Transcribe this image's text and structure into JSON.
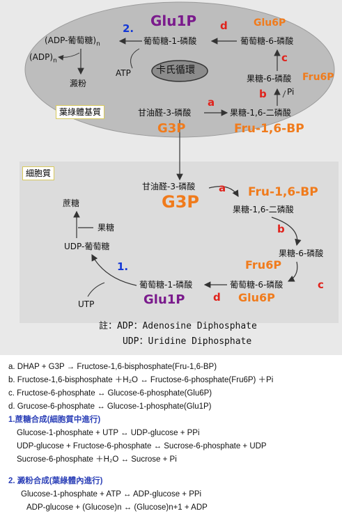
{
  "chloroplast": {
    "glu1p_number": "2.",
    "glu1p_abbr": "Glu1P",
    "glu6p_abbr": "Glu6P",
    "fru6p_abbr": "Fru6P",
    "g3p_abbr": "G3P",
    "fru16bp_abbr": "Fru-1,6-BP",
    "adp_glucose_n": "(ADP-葡萄糖)",
    "adp_glucose_sub": "n",
    "adp": "(ADP)",
    "adp_sub": "n",
    "starch": "澱粉",
    "atp": "ATP",
    "glucose_1_phosphate": "葡萄糖-1-磷酸",
    "glucose_6_phosphate": "葡萄糖-6-磷酸",
    "fructose_6_phosphate": "果糖-6-磷酸",
    "pi": "Pi",
    "calvin_cycle": "卡氏循環",
    "glyceraldehyde_3_phosphate": "甘油醛-3-磷酸",
    "fructose_16_bisphosphate": "果糖-1,6-二磷酸",
    "stroma_label": "葉綠體基質",
    "step_a": "a",
    "step_b": "b",
    "step_c": "c",
    "step_d": "d"
  },
  "cytoplasm": {
    "label": "細胞質",
    "glyceraldehyde_3_phosphate": "甘油醛-3-磷酸",
    "g3p_abbr": "G3P",
    "fru16bp_abbr": "Fru-1,6-BP",
    "fructose_16_bisphosphate": "果糖-1,6-二磷酸",
    "fructose_6_phosphate": "果糖-6-磷酸",
    "fru6p_abbr": "Fru6P",
    "glucose_6_phosphate": "葡萄糖-6-磷酸",
    "glu6p_abbr": "Glu6P",
    "glucose_1_phosphate": "葡萄糖-1-磷酸",
    "glu1p_abbr": "Glu1P",
    "glu1p_number": "1.",
    "utp": "UTP",
    "udp_glucose": "UDP-葡萄糖",
    "fructose": "果糖",
    "sucrose": "蔗糖",
    "step_a": "a",
    "step_b": "b",
    "step_c": "c",
    "step_d": "d"
  },
  "footnote": {
    "line1": "註：ADP：Adenosine Diphosphate",
    "line2": "UDP：Uridine Diphosphate"
  },
  "notes": {
    "a": "a. DHAP + G3P → Fructose-1,6-bisphosphate(Fru-1,6-BP)",
    "b": "b. Fructose-1,6-bisphosphate ＋H₂O ↔ Fructose-6-phosphate(Fru6P) ＋Pi",
    "c": "c. Fructose-6-phosphate ↔ Glucose-6-phosphate(Glu6P)",
    "d": "d. Grucose-6-phosphate ↔ Glucose-1-phosphate(Glu1P)",
    "sucrose_heading": "1.蔗糖合成(細胞質中進行)",
    "sucrose_eq1": "Glucose-1-phosphate + UTP ↔ UDP-glucose + PPi",
    "sucrose_eq2": "UDP-glucose + Fructose-6-phosphate ↔ Sucrose-6-phosphate + UDP",
    "sucrose_eq3": "Sucrose-6-phosphate ＋H₂O ↔ Sucrose + Pi",
    "starch_heading": "2. 澱粉合成(葉綠體內進行)",
    "starch_eq1": "Glucose-1-phosphate + ATP ↔ ADP-glucose + PPi",
    "starch_eq2": "ADP-glucose + (Glucose)n ↔ (Glucose)n+1 + ADP"
  },
  "colors": {
    "orange": "#f07b1c",
    "purple": "#7a1a8c",
    "red": "#e0231c",
    "blue": "#1438d6",
    "chloroplast_fill": "#bdbdbd",
    "background": "#e9e9e9"
  }
}
